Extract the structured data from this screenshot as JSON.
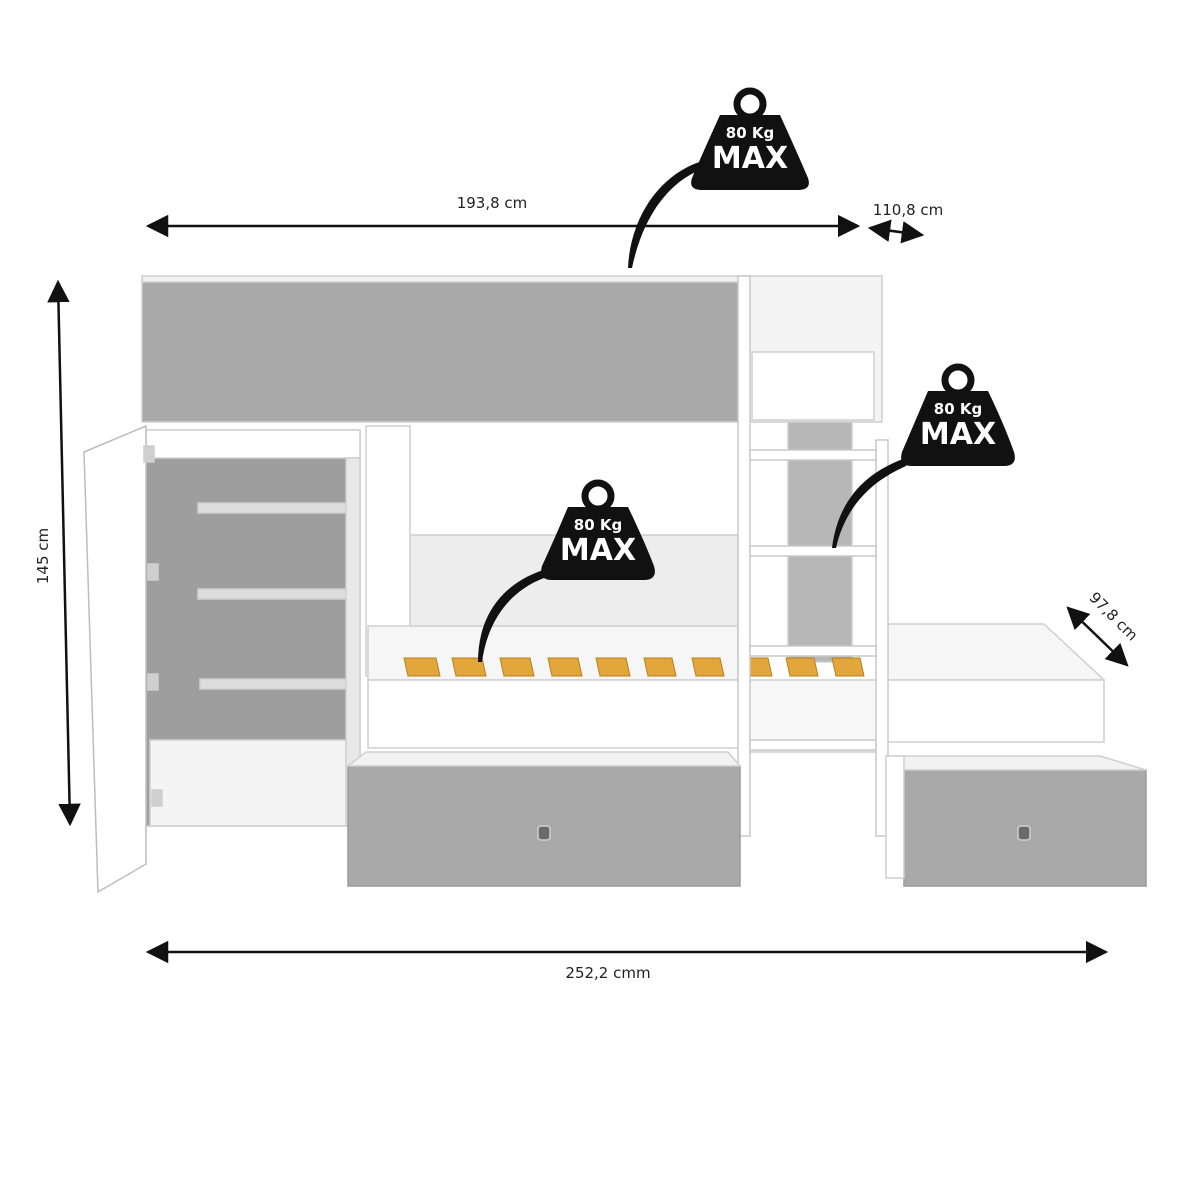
{
  "dimensions": {
    "length": "193,8 cm",
    "width_top": "110,8 cm",
    "height": "145 cm",
    "depth_lower": "97,8 cm",
    "total_length": "252,2 cmm"
  },
  "weight_badges": [
    {
      "line1": "80 Kg",
      "line2": "MAX"
    },
    {
      "line1": "80 Kg",
      "line2": "MAX"
    },
    {
      "line1": "80 Kg",
      "line2": "MAX"
    }
  ],
  "colors": {
    "panel_grey": "#a9a9a9",
    "frame_white": "#ffffff",
    "slat_wood": "#e3a63b",
    "badge_black": "#111111"
  }
}
